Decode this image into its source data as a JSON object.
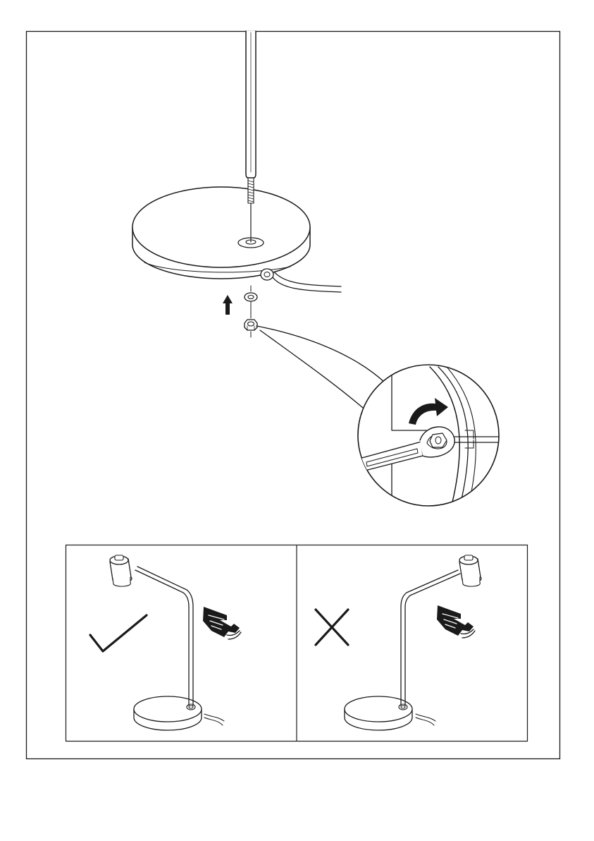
{
  "page": {
    "background": "#ffffff",
    "ink": "#1a1a1a"
  },
  "main_step": {
    "parts": [
      "lamp-stem",
      "threaded-rod",
      "lamp-base",
      "washer",
      "hex-nut",
      "power-cable"
    ],
    "direction_arrow": "arrow-up-icon",
    "detail_callout": {
      "action": "tighten-nut-with-wrench",
      "rotation_arrow": "clockwise-arrow-icon"
    }
  },
  "comparison": {
    "panels": [
      {
        "id": "correct",
        "status_icon": "checkmark-icon",
        "hand_icon": "pointing-hand-icon",
        "lamp_orientation": "head-left"
      },
      {
        "id": "incorrect",
        "status_icon": "cross-icon",
        "hand_icon": "pointing-hand-icon",
        "lamp_orientation": "head-right"
      }
    ]
  }
}
